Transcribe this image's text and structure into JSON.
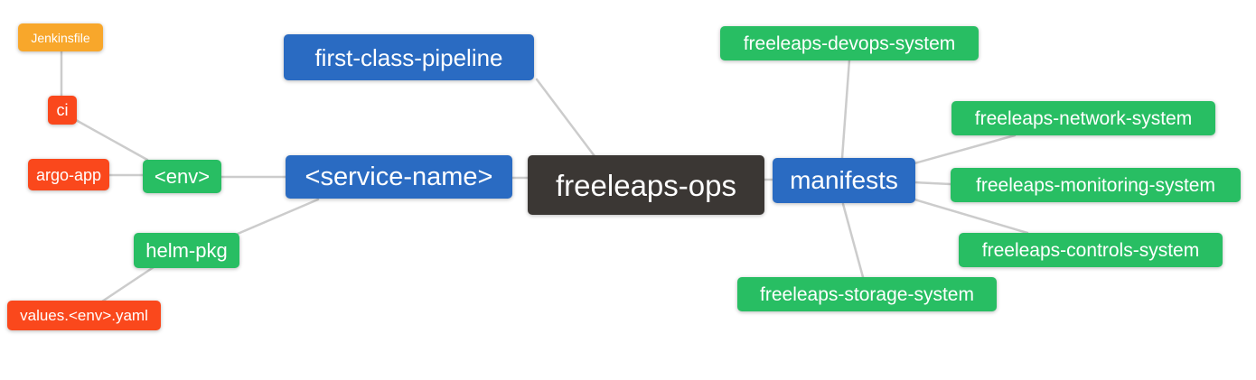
{
  "colors": {
    "root_bg": "#3b3734",
    "branch_bg": "#2a6bc2",
    "green_bg": "#28be63",
    "red_bg": "#fa481c",
    "orange_bg": "#f8a72b",
    "edge": "#cccccc",
    "text": "#ffffff",
    "background": "#ffffff"
  },
  "nodes": {
    "root": {
      "label": "freeleaps-ops"
    },
    "first_class_pipeline": {
      "label": "first-class-pipeline"
    },
    "service_name": {
      "label": "<service-name>"
    },
    "manifests": {
      "label": "manifests"
    },
    "env": {
      "label": "<env>"
    },
    "helm_pkg": {
      "label": "helm-pkg"
    },
    "ci": {
      "label": "ci"
    },
    "argo_app": {
      "label": "argo-app"
    },
    "jenkinsfile": {
      "label": "Jenkinsfile"
    },
    "values_env_yaml": {
      "label": "values.<env>.yaml"
    },
    "devops_system": {
      "label": "freeleaps-devops-system"
    },
    "network_system": {
      "label": "freeleaps-network-system"
    },
    "monitoring_system": {
      "label": "freeleaps-monitoring-system"
    },
    "controls_system": {
      "label": "freeleaps-controls-system"
    },
    "storage_system": {
      "label": "freeleaps-storage-system"
    }
  },
  "edges": [
    {
      "from": "jenkinsfile",
      "to": "ci"
    },
    {
      "from": "ci",
      "to": "env"
    },
    {
      "from": "argo_app",
      "to": "env"
    },
    {
      "from": "env",
      "to": "service_name"
    },
    {
      "from": "helm_pkg",
      "to": "service_name"
    },
    {
      "from": "values_env_yaml",
      "to": "helm_pkg"
    },
    {
      "from": "first_class_pipeline",
      "to": "root"
    },
    {
      "from": "service_name",
      "to": "root"
    },
    {
      "from": "root",
      "to": "manifests"
    },
    {
      "from": "manifests",
      "to": "devops_system"
    },
    {
      "from": "manifests",
      "to": "network_system"
    },
    {
      "from": "manifests",
      "to": "monitoring_system"
    },
    {
      "from": "manifests",
      "to": "controls_system"
    },
    {
      "from": "manifests",
      "to": "storage_system"
    }
  ]
}
